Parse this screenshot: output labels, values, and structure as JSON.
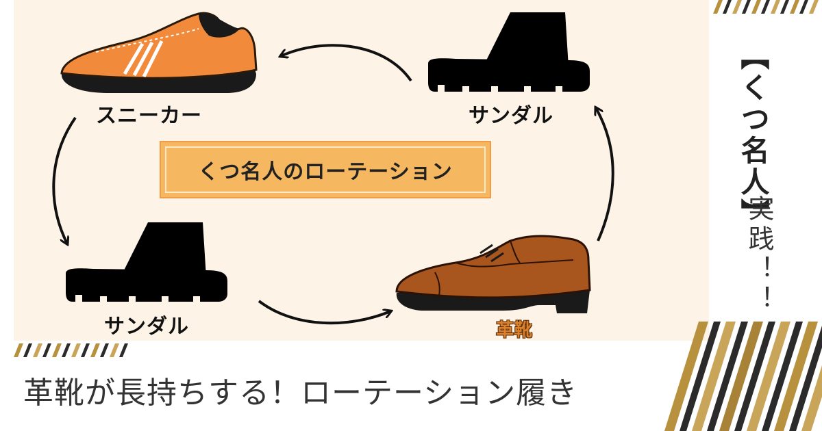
{
  "center_title": "くつ名人のローテーション",
  "labels": {
    "sneaker": "スニーカー",
    "sandal_top": "サンダル",
    "sandal_bottom": "サンダル",
    "leather": "革靴"
  },
  "side_title": {
    "bracket_text": "【くつ名人】",
    "sub_text": "実践！！"
  },
  "bottom_title": "革靴が長持ちする！ローテーション履き",
  "colors": {
    "panel_bg": "#fdf3e6",
    "sneaker": "#f28a3c",
    "leather": "#a8551e",
    "box": "#f5b760",
    "stripe_gold": "#b8913f",
    "stripe_dark": "#2b2b2b"
  },
  "icons": [
    "sneaker-icon",
    "sandal-icon",
    "leather-shoe-icon",
    "cycle-arrow-icon"
  ]
}
